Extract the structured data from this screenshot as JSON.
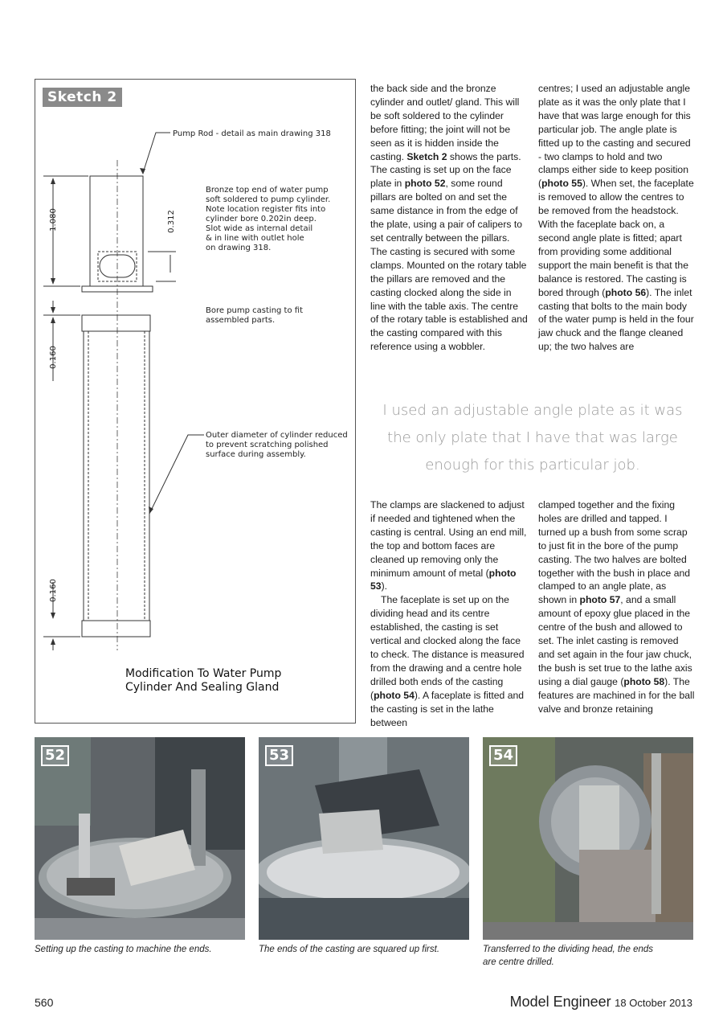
{
  "sketch": {
    "title": "Sketch 2",
    "caption": "Modification To Water Pump\nCylinder And Sealing Gland",
    "notes": {
      "pump_rod": "Pump Rod - detail as main drawing 318",
      "bronze": "Bronze top end of water pump\nsoft soldered to pump cylinder.\nNote location register fits into\ncylinder bore 0.202in deep.\nSlot wide as internal detail\n& in line with outlet hole\non drawing 318.",
      "bore": "Bore pump casting to fit\nassembled parts.",
      "outer": "Outer diameter of cylinder reduced\nto prevent scratching polished\nsurface during assembly."
    },
    "dims": {
      "d1": "1.080",
      "d2": "0.312",
      "d3": "0.160",
      "d4": "0.160"
    }
  },
  "col1_top": {
    "p1a": "the back side and the bronze cylinder and outlet/ gland. This will be soft soldered to the cylinder before fitting; the joint will not be seen as it is hidden inside the casting. ",
    "p1b": "Sketch 2",
    "p1c": " shows the parts. The casting is set up on the face plate in ",
    "p1d": "photo 52",
    "p1e": ", some round pillars are bolted on and set the same distance in from the edge of the plate, using a pair of calipers to set centrally between the pillars. The casting is secured with some clamps. Mounted on the rotary table the pillars are removed and the casting clocked along the side in line with the table axis. The centre of the rotary table is established and the casting compared with this reference using a wobbler."
  },
  "col2_top": {
    "a": "centres; I used an adjustable angle plate as it was the only plate that I have that was large enough for this particular job. The angle plate is fitted up to the casting and secured - two clamps to hold and two clamps either side to keep position (",
    "b": "photo 55",
    "c": "). When set, the faceplate is removed to allow the centres to be removed from the headstock. With the faceplate back on, a second angle plate is fitted; apart from providing some additional support the main benefit is that the balance is restored. The casting is bored through (",
    "d": "photo 56",
    "e": "). The inlet casting that bolts to the main body of the water pump is held in the four jaw chuck and the flange cleaned up; the two halves are"
  },
  "pullquote": "I used an adjustable angle plate as it was the only plate that I have that was large enough for this particular job.",
  "col1_bottom": {
    "a": "The clamps are slackened to adjust if needed and tightened when the casting is central. Using an end mill, the top and bottom faces are cleaned up removing only the minimum amount of metal (",
    "b": "photo 53",
    "c": ").",
    "d": "The faceplate is set up on the dividing head and its centre established, the casting is set vertical and clocked along the face to check. The distance is measured from the drawing and a centre hole drilled both ends of the casting (",
    "e": "photo 54",
    "f": "). A faceplate is fitted and the casting is set in the lathe between"
  },
  "col2_bottom": {
    "a": "clamped together and the fixing holes are drilled and tapped. I turned up a bush from some scrap to just fit in the bore of the pump casting. The two halves are bolted together with the bush in place and clamped to an angle plate, as shown in ",
    "b": "photo 57",
    "c": ", and a small amount of epoxy glue placed in the centre of the bush and allowed to set. The inlet casting is removed and set again in the four jaw chuck, the bush is set true to the lathe axis using a dial gauge (",
    "d": "photo 58",
    "e": "). The features are machined in for the ball valve and bronze retaining"
  },
  "photos": [
    {
      "num": "52",
      "caption": "Setting up the casting to machine the ends."
    },
    {
      "num": "53",
      "caption": "The ends of the casting are squared up first."
    },
    {
      "num": "54",
      "caption": "Transferred to the dividing head, the ends\nare centre drilled."
    }
  ],
  "footer": {
    "page": "560",
    "magazine": "Model Engineer",
    "date": "18 October 2013"
  }
}
